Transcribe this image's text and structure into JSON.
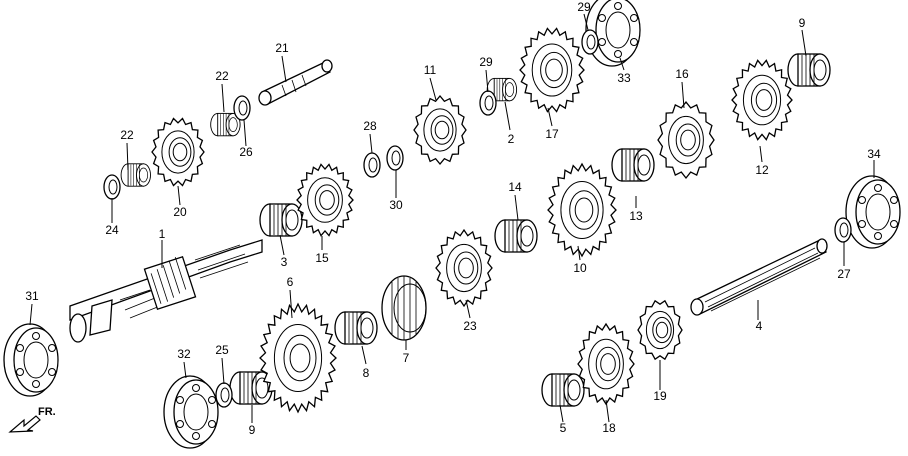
{
  "callouts": [
    "1",
    "2",
    "3",
    "4",
    "5",
    "6",
    "7",
    "8",
    "9",
    "9",
    "10",
    "11",
    "12",
    "13",
    "14",
    "15",
    "16",
    "17",
    "18",
    "19",
    "20",
    "21",
    "22",
    "22",
    "23",
    "24",
    "25",
    "26",
    "27",
    "28",
    "29",
    "29",
    "30",
    "31",
    "32",
    "33",
    "34"
  ],
  "front_marker": "FR."
}
